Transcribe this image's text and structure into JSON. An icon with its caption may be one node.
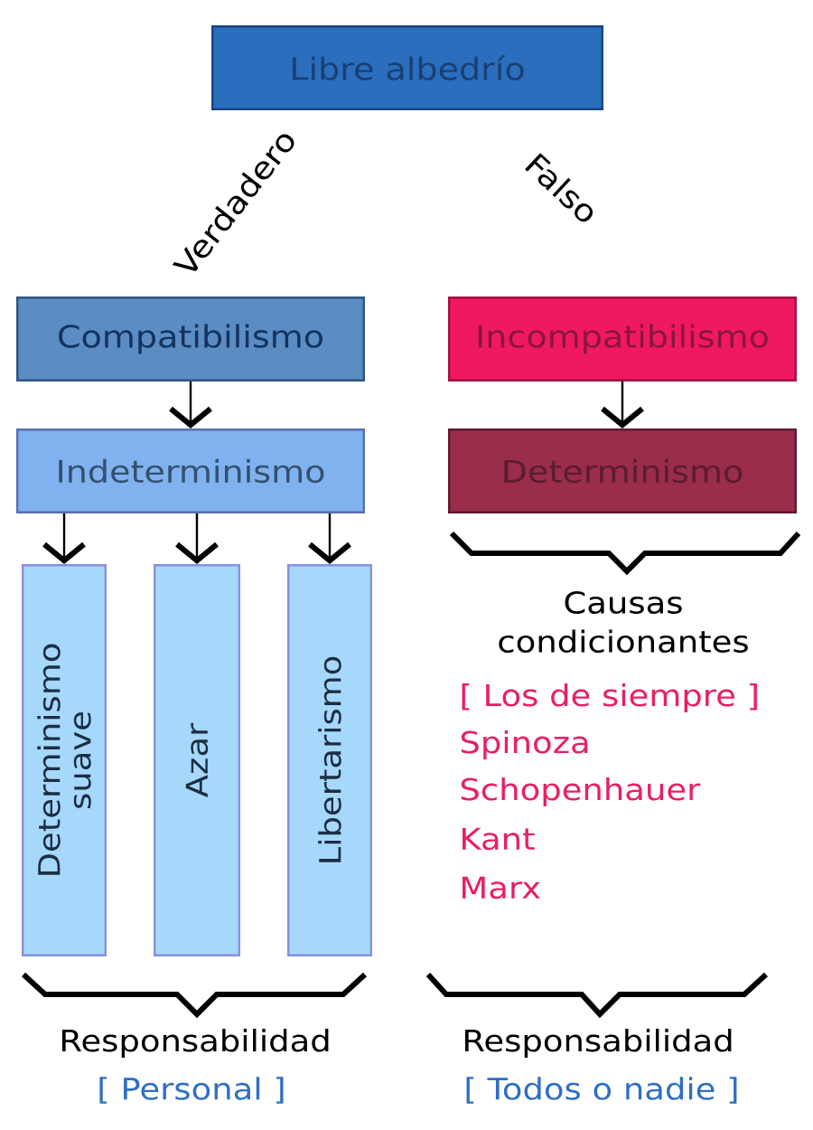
{
  "diagram": {
    "nodes": [
      {
        "text": [
          "Libre albedrío"
        ]
      },
      {
        "text": [
          "Compatibilismo"
        ]
      },
      {
        "text": [
          "Incompatibilismo"
        ]
      },
      {
        "text": [
          "Indeterminismo"
        ]
      },
      {
        "text": [
          "Determinismo"
        ]
      },
      {
        "text": [
          "Determinismo suave"
        ]
      },
      {
        "text": [
          "Azar"
        ]
      },
      {
        "text": [
          "Libertarismo"
        ]
      }
    ],
    "edges": [
      {
        "from": 1,
        "to": 3,
        "arrow": "to"
      },
      {
        "from": 2,
        "to": 4,
        "arrow": "to"
      },
      {
        "from": 3,
        "to": 5,
        "arrow": "to"
      },
      {
        "from": 3,
        "to": 6,
        "arrow": "to"
      },
      {
        "from": 3,
        "to": 7,
        "arrow": "to"
      }
    ],
    "labels": [
      "Verdadero",
      "Falso",
      "Causas condicionantes",
      "[ Los de siempre ]",
      "Spinoza",
      "Schopenhauer",
      "Kant",
      "Marx",
      "Responsabilidad",
      "[ Personal ]",
      "Responsabilidad",
      "[ Todos o nadie ]"
    ]
  }
}
